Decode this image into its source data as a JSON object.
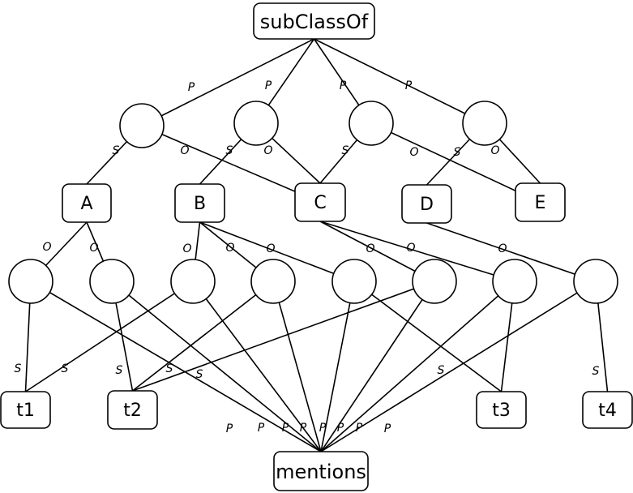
{
  "diagram": {
    "labels": {
      "subclassof": "subClassOf",
      "A": "A",
      "B": "B",
      "C": "C",
      "D": "D",
      "E": "E",
      "t1": "t1",
      "t2": "t2",
      "t3": "t3",
      "t4": "t4",
      "mentions": "mentions"
    },
    "edge_labels": {
      "p": "P",
      "s": "S",
      "o": "O"
    }
  }
}
